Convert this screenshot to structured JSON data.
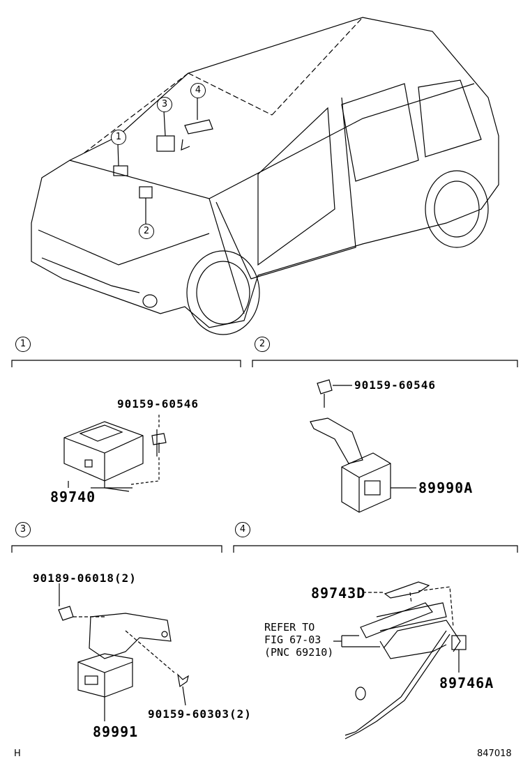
{
  "overview": {
    "callouts": [
      "1",
      "2",
      "3",
      "4"
    ]
  },
  "sections": [
    {
      "number": "1",
      "parts": [
        {
          "label": "90159-60546"
        },
        {
          "label": "89740"
        }
      ]
    },
    {
      "number": "2",
      "parts": [
        {
          "label": "90159-60546"
        },
        {
          "label": "89990A"
        }
      ]
    },
    {
      "number": "3",
      "parts": [
        {
          "label": "90189-06018(2)"
        },
        {
          "label": "90159-60303(2)"
        },
        {
          "label": "89991"
        }
      ]
    },
    {
      "number": "4",
      "parts": [
        {
          "label": "89743D"
        },
        {
          "label": "89746A"
        }
      ],
      "reference": {
        "line1": "REFER TO",
        "line2": "FIG 67-03",
        "line3": "(PNC 69210)"
      }
    }
  ],
  "footer": {
    "left": "H",
    "right": "847018"
  }
}
